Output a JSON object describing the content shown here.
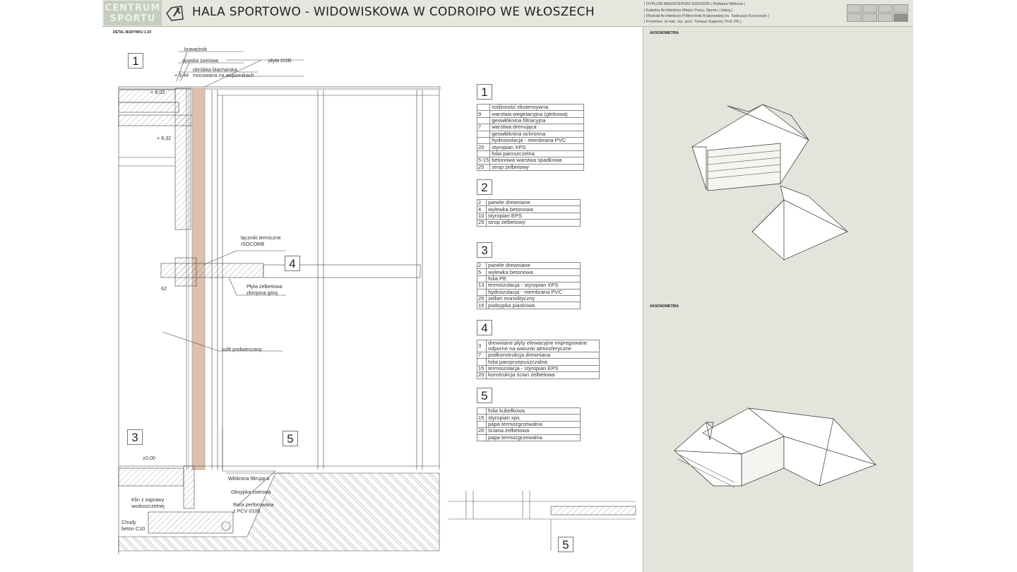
{
  "header": {
    "logo": [
      "CENTRUM",
      "SPORTU"
    ],
    "title": "HALA SPORTOWO - WIDOWISKOWA W CODROIPO WE WŁOSZECH",
    "meta": [
      "| DYPLOM MAGISTERSKI 2025/2026 | Kiełbasa Wiktoria |",
      "| Katedra Architektury Miejsc Pracy, Sportu i Usług |",
      "| Wydział Architektury Politechniki Krakowskiej im. Tadeusza Kościuszki |",
      "| Promotor: dr hab. inż. arch. Tomasz Kapecki, Prof. PK |"
    ],
    "page_squares_active": 8
  },
  "section_title": "DETAL BUDYNKU 1:20",
  "right_panel": {
    "axo_top": "AKSONOMETRIA",
    "axo_bottom": "AKSONOMETRIA"
  },
  "drawing": {
    "markers": [
      "1",
      "3",
      "4",
      "5",
      "5"
    ],
    "labels": {
      "kraweznik": "krawężnik",
      "opaska": "opaska żwirowa",
      "obrobka1": "obróbka blacharska",
      "obrobka2": "mocowana na wspornikach",
      "osb": "płyta OSB",
      "l944": "+ 9,44",
      "l903": "+ 9,03",
      "l832": "+ 8,32",
      "l000": "±0,00",
      "l62": "62",
      "lacz1": "łączniki termiczne",
      "lacz2": "ISOCORB",
      "plyta1": "Płyta żelbetowa",
      "plyta2": "zbrojona górą",
      "sufit": "sufit podwieszany",
      "wloknina": "Włóknina filtrująca",
      "obsypka": "Obsypka żwirowa",
      "rura1": "Rura perforowana",
      "rura2": "z PCV 0100",
      "klin1": "Klin z zaprawy",
      "klin2": "wodoszczelnej",
      "chudy1": "Chudy",
      "chudy2": "beton C10"
    }
  },
  "layers": [
    {
      "id": "1",
      "rows": [
        [
          "",
          "roślinność ekstensywna"
        ],
        [
          "9",
          "warstwa wegetacyjna (glebowa)"
        ],
        [
          "",
          "geowłóknina filtracyjna"
        ],
        [
          "7",
          "warstwa drenująca"
        ],
        [
          "",
          "geowłóknina ochronna"
        ],
        [
          "",
          "hydroizolacja - membrana PVC"
        ],
        [
          "20",
          "styropian XPS"
        ],
        [
          "",
          "folia paroszczelna"
        ],
        [
          "5-15",
          "betonowa warstwa spadkowa"
        ],
        [
          "25",
          "strop żelbetowy"
        ]
      ]
    },
    {
      "id": "2",
      "rows": [
        [
          "2",
          "panele drewniane"
        ],
        [
          "4",
          "wylewka betonowa"
        ],
        [
          "10",
          "styropian EPS"
        ],
        [
          "25",
          "strop żelbetowy"
        ]
      ]
    },
    {
      "id": "3",
      "rows": [
        [
          "2",
          "panele drewniane"
        ],
        [
          "5",
          "wylewka betonowa"
        ],
        [
          "",
          "folia PE"
        ],
        [
          "13",
          "termoizolacja - styropian XPS"
        ],
        [
          "",
          "hydroizolacja - membrana PVC"
        ],
        [
          "25",
          "żelbet monolityczny"
        ],
        [
          "15",
          "podsypka piaskowa"
        ]
      ]
    },
    {
      "id": "4",
      "rows": [
        [
          "3",
          "drewniane płyty elewacyjne impregowane odporne na warunki atmosferyczne"
        ],
        [
          "7",
          "podkonstrukcja drewniana"
        ],
        [
          "",
          "folia paroprzepuszczalna"
        ],
        [
          "15",
          "termoizolacja - styropian EPS"
        ],
        [
          "20",
          "konstrukcja ścian żelbetowa"
        ]
      ]
    },
    {
      "id": "5",
      "rows": [
        [
          "",
          "folia kubełkowa"
        ],
        [
          "15",
          "styropian xps"
        ],
        [
          "",
          "papa termozgrzewalna"
        ],
        [
          "20",
          "ściana żelbetowa"
        ],
        [
          "",
          "papa termozgrzewalna"
        ]
      ]
    }
  ],
  "colors": {
    "header": "#e6e6df",
    "panel": "#e4e4dc",
    "logo": "#c5ccc0",
    "osb": "#dcc0b0"
  }
}
